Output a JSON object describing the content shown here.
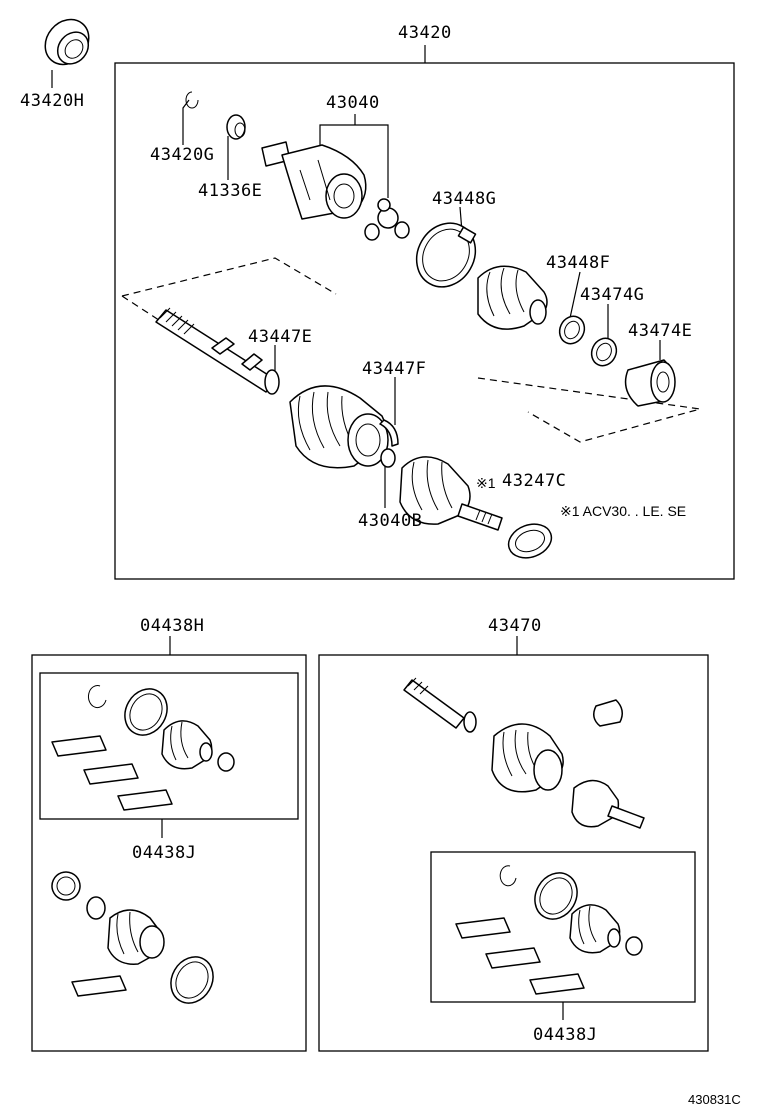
{
  "labels": {
    "p43420": "43420",
    "p43420H": "43420H",
    "p43040": "43040",
    "p43420G": "43420G",
    "p41336E": "41336E",
    "p43448G": "43448G",
    "p43448F": "43448F",
    "p43474G": "43474G",
    "p43474E": "43474E",
    "p43447E": "43447E",
    "p43447F": "43447F",
    "p43040B": "43040B",
    "p43247C": "43247C",
    "mark": "※1",
    "note": "※1 ACV30. . LE. SE",
    "p04438H": "04438H",
    "p04438J_left": "04438J",
    "p43470": "43470",
    "p04438J_right": "04438J"
  },
  "footer": {
    "code": "430831C"
  }
}
